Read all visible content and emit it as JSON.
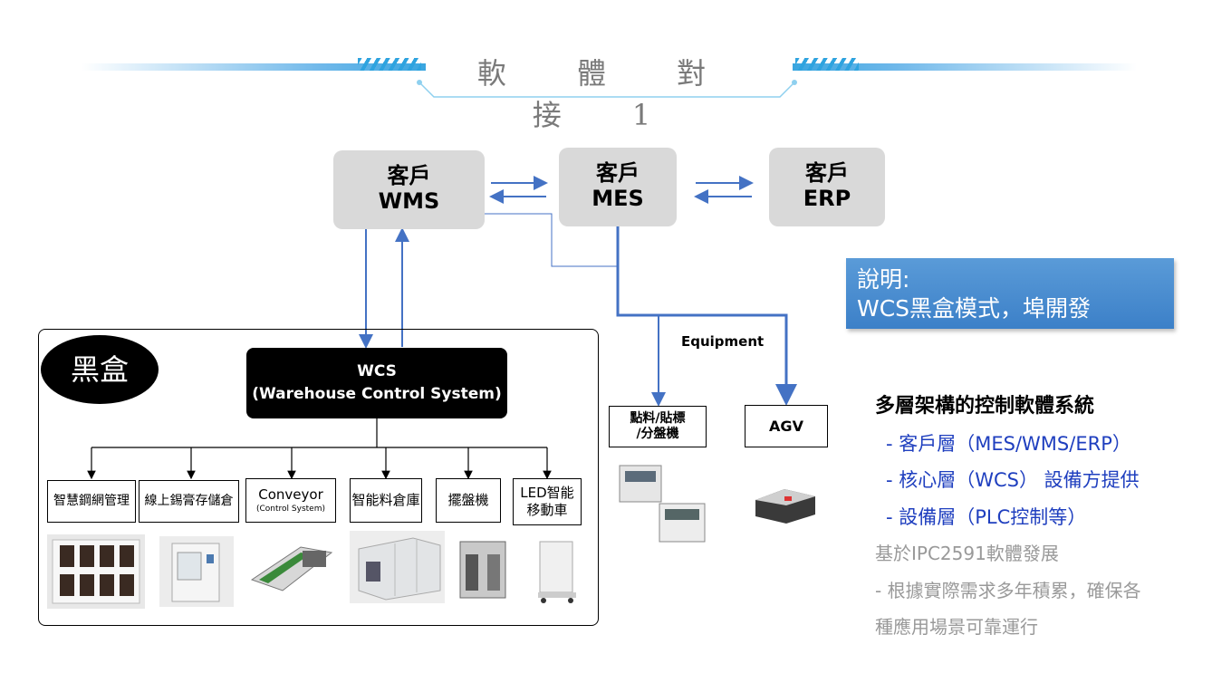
{
  "header": {
    "title": "軟 體 對 接 1"
  },
  "top_boxes": {
    "wms": {
      "line1": "客戶",
      "line2": "WMS"
    },
    "mes": {
      "line1": "客戶",
      "line2": "MES"
    },
    "erp": {
      "line1": "客戶",
      "line2": "ERP"
    }
  },
  "blackbox_label": "黑盒",
  "wcs": {
    "line1": "WCS",
    "line2": "(Warehouse Control System)"
  },
  "modules": [
    {
      "label": "智慧鋼網管理"
    },
    {
      "label": "線上錫膏存儲倉"
    },
    {
      "label": "Conveyor",
      "sub": "(Control System)"
    },
    {
      "label": "智能料倉庫"
    },
    {
      "label": "擺盤機"
    },
    {
      "label": "LED智能",
      "label2": "移動車"
    }
  ],
  "equipment": {
    "label": "Equipment",
    "machine1_line1": "點料/貼標",
    "machine1_line2": "/分盤機",
    "machine2": "AGV"
  },
  "note": {
    "line1": "說明:",
    "line2": "WCS黑盒模式，埠開發"
  },
  "right_text": {
    "heading": "多層架構的控制軟體系統",
    "item1": "- 客戶層（MES/WMS/ERP）",
    "item2": "- 核心層（WCS） 設備方提供",
    "item3": "- 設備層（PLC控制等）",
    "line4": "基於IPC2591軟體發展",
    "line5": "- 根據實際需求多年積累，確保各",
    "line6": "種應用場景可靠運行"
  },
  "colors": {
    "arrow_blue": "#4472c4",
    "heading_blue": "#1f3fbf",
    "note_blue": "#4a8fd2",
    "gray_text": "#999999"
  }
}
